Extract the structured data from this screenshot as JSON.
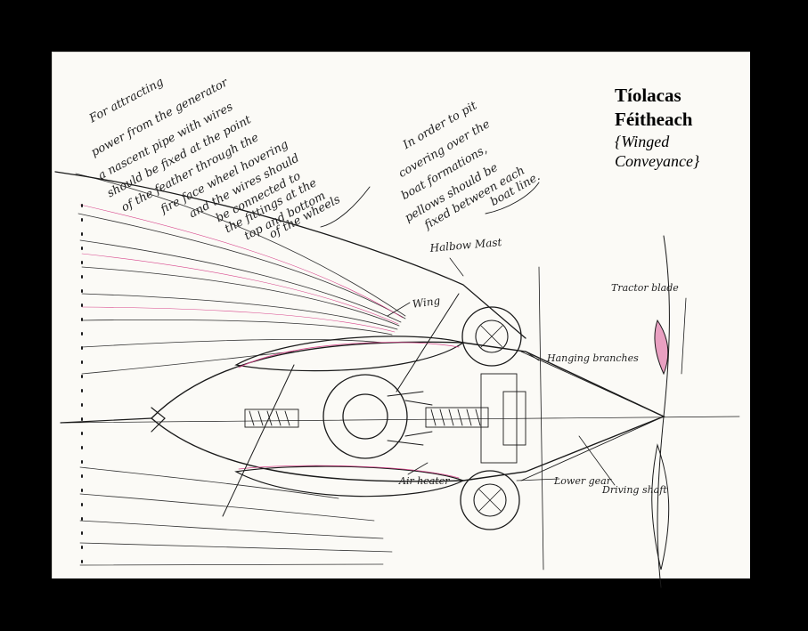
{
  "title": {
    "line1": "Tíolacas",
    "line2": "Féitheach",
    "subtitle1": "{Winged",
    "subtitle2": "Conveyance}"
  },
  "notes": {
    "left_note": [
      "For attracting",
      "power from the generator",
      "a nascent pipe with wires",
      "should be fixed at the point",
      "of the feather through the",
      "fire face wheel hovering",
      "and the wires should",
      "be connected to",
      "the fittings at the",
      "top and bottom",
      "of the wheels"
    ],
    "right_note": [
      "In order to pit",
      "covering over the",
      "boat formations,",
      "pellows should be",
      "fixed between each",
      "boat line."
    ]
  },
  "labels": {
    "mast": "Halbow Mast",
    "wing": "Wing",
    "rotor": "Tractor blade",
    "hanging": "Hanging branches",
    "heater": "Air heater",
    "lower": "Lower gear",
    "driving": "Driving shaft"
  },
  "colors": {
    "paper": "#fbfaf6",
    "ink": "#1a1a1a",
    "pink": "#d8468c"
  }
}
